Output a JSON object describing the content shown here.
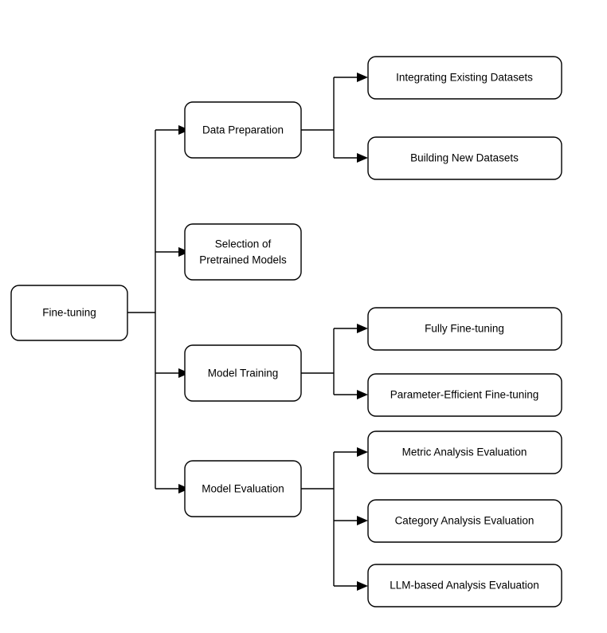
{
  "diagram": {
    "type": "tree-flowchart",
    "title": "Fine-tuning",
    "orientation": "left-to-right",
    "colors": {
      "background": "#ffffff",
      "node_fill": "#ffffff",
      "node_stroke": "#000000",
      "text": "#000000",
      "edge": "#000000"
    },
    "root": {
      "id": "fine-tuning",
      "label": "Fine-tuning"
    },
    "branches": [
      {
        "id": "data-preparation",
        "label": "Data Preparation",
        "children": [
          {
            "id": "integrating-existing-datasets",
            "label": "Integrating Existing Datasets"
          },
          {
            "id": "building-new-datasets",
            "label": "Building New Datasets"
          }
        ]
      },
      {
        "id": "selection-of-pretrained-models",
        "label": "Selection of\nPretrained Models",
        "label_line1": "Selection of",
        "label_line2": "Pretrained Models",
        "children": []
      },
      {
        "id": "model-training",
        "label": "Model Training",
        "children": [
          {
            "id": "fully-fine-tuning",
            "label": "Fully Fine-tuning"
          },
          {
            "id": "parameter-efficient-fine-tuning",
            "label": "Parameter-Efficient Fine-tuning"
          }
        ]
      },
      {
        "id": "model-evaluation",
        "label": "Model Evaluation",
        "children": [
          {
            "id": "metric-analysis-evaluation",
            "label": "Metric Analysis Evaluation"
          },
          {
            "id": "category-analysis-evaluation",
            "label": "Category Analysis Evaluation"
          },
          {
            "id": "llm-based-analysis-evaluation",
            "label": "LLM-based Analysis Evaluation"
          }
        ]
      }
    ]
  }
}
